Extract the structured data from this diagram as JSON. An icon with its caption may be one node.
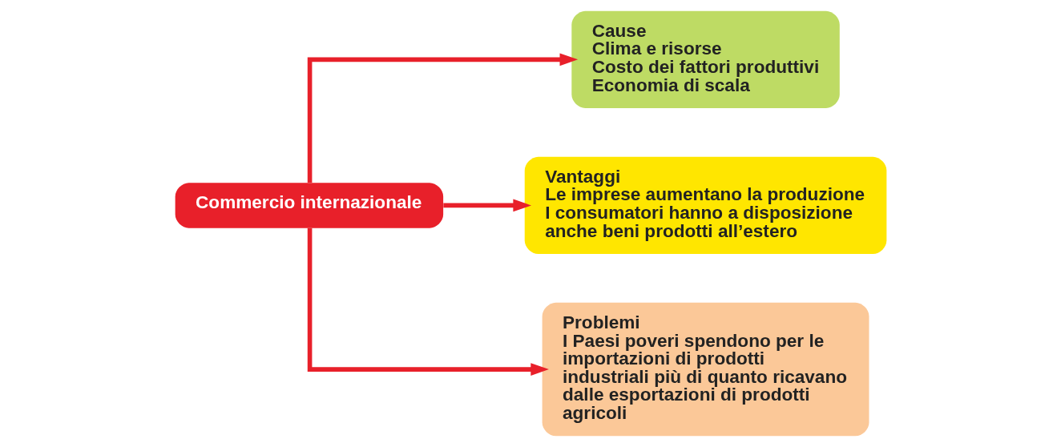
{
  "diagram": {
    "nodes": [
      {
        "text": [
          "Commercio internazionale"
        ]
      },
      {
        "text": [
          "Cause",
          "Clima e risorse",
          "Costo dei fattori produttivi",
          "Economia di scala"
        ]
      },
      {
        "text": [
          "Vantaggi",
          "Le imprese aumentano la produzione",
          "I consumatori hanno a disposizione anche beni prodotti all’estero"
        ]
      },
      {
        "text": [
          "Problemi",
          "I Paesi poveri spendono per le importazioni di prodotti industriali più di quanto ricavano dalle esportazioni di prodotti agricoli"
        ]
      }
    ],
    "edges": [
      {
        "from": 0,
        "to": 1,
        "arrow": "to"
      },
      {
        "from": 0,
        "to": 2,
        "arrow": "to"
      },
      {
        "from": 0,
        "to": 3,
        "arrow": "to"
      }
    ]
  }
}
